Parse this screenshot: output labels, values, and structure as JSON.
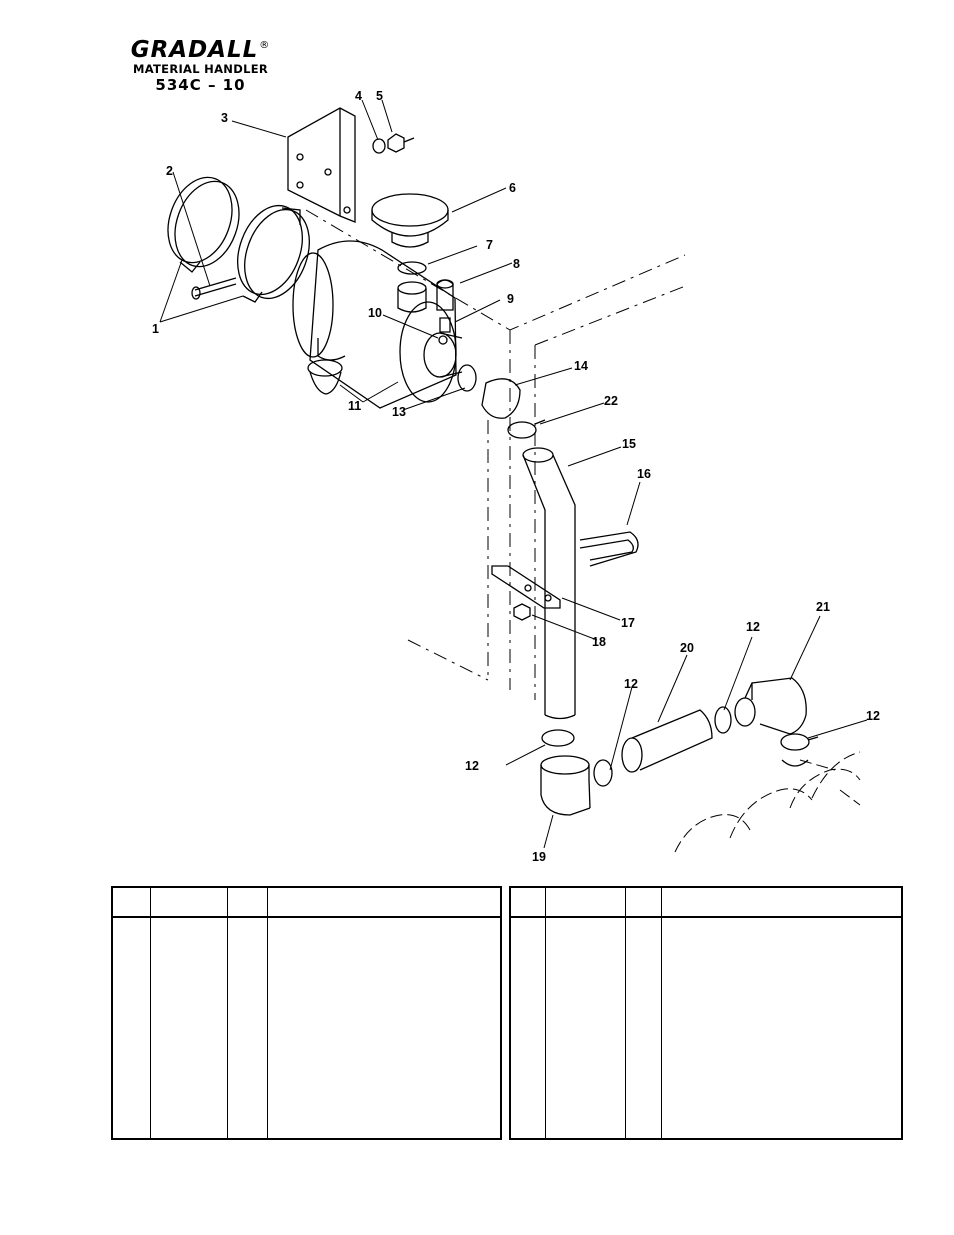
{
  "header": {
    "brand": "GRADALL",
    "registered": "®",
    "subtitle": "MATERIAL HANDLER",
    "model": "534C – 10"
  },
  "callouts": {
    "c1": "1",
    "c2": "2",
    "c3": "3",
    "c4": "4",
    "c5": "5",
    "c6": "6",
    "c7": "7",
    "c8": "8",
    "c9": "9",
    "c10": "10",
    "c11": "11",
    "c12a": "12",
    "c12b": "12",
    "c12c": "12",
    "c12d": "12",
    "c13": "13",
    "c14": "14",
    "c15": "15",
    "c16": "16",
    "c17": "17",
    "c18": "18",
    "c19": "19",
    "c20": "20",
    "c21": "21",
    "c22": "22"
  }
}
